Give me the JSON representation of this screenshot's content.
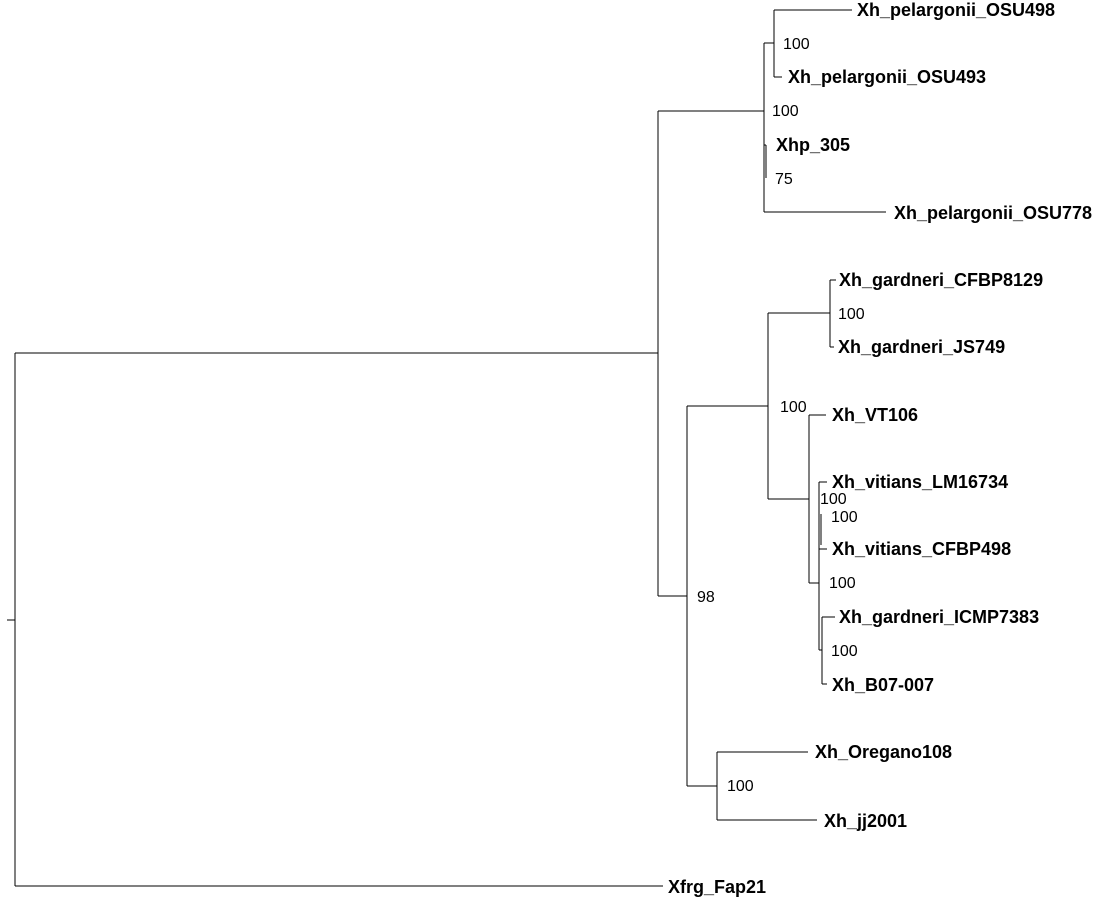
{
  "tree": {
    "leaves": [
      "Xh_pelargonii_OSU498",
      "Xh_pelargonii_OSU493",
      "Xhp_305",
      "Xh_pelargonii_OSU778",
      "Xh_gardneri_CFBP8129",
      "Xh_gardneri_JS749",
      "Xh_VT106",
      "Xh_vitians_LM16734",
      "Xh_vitians_CFBP498",
      "Xh_gardneri_ICMP7383",
      "Xh_B07-007",
      "Xh_Oregano108",
      "Xh_jj2001",
      "Xfrg_Fap21"
    ],
    "support_values": [
      "100",
      "100",
      "75",
      "100",
      "100",
      "100",
      "100",
      "100",
      "100",
      "98",
      "100"
    ]
  },
  "colors": {
    "line": "#000000",
    "background": "#ffffff"
  }
}
